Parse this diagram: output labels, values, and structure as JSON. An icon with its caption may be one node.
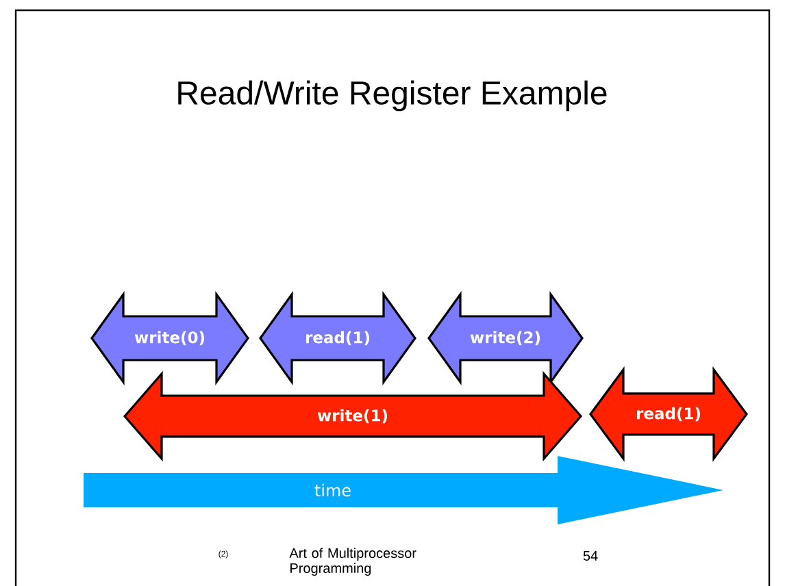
{
  "diagram": {
    "title": "Read/Write Register Example",
    "nodes": [
      {
        "text": [
          "write(0)"
        ]
      },
      {
        "text": [
          "read(1)"
        ]
      },
      {
        "text": [
          "write(2)"
        ]
      },
      {
        "text": [
          "write(1)"
        ]
      },
      {
        "text": [
          "read(1)"
        ]
      },
      {
        "text": [
          "time"
        ]
      }
    ],
    "labels": [
      "(2)",
      "Art of Multiprocessor Programming",
      "54"
    ]
  }
}
